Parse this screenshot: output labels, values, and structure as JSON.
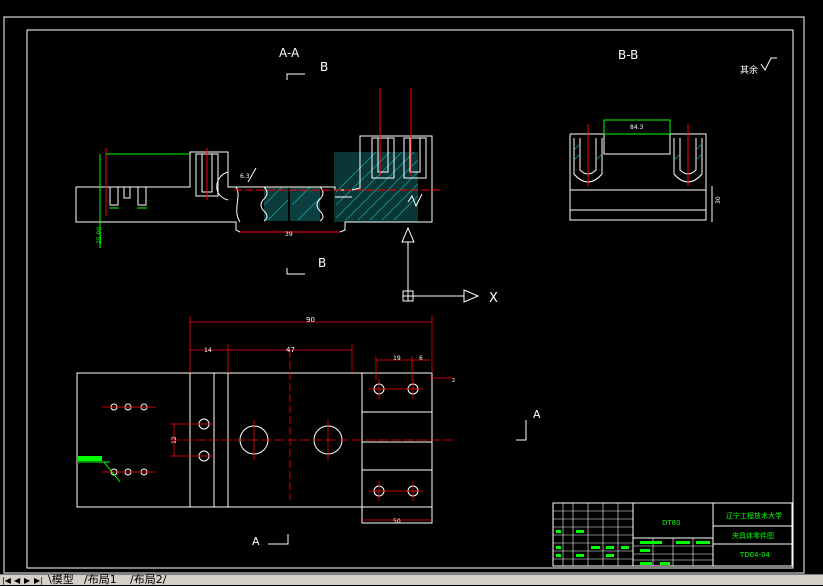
{
  "views": {
    "section_aa": {
      "title": "A-A",
      "cut_top_letter": "B",
      "cut_bottom_letter": "B"
    },
    "section_bb": {
      "title": "B-B",
      "surface_note": "其余"
    },
    "plan_view": {
      "cut_letter_right": "A",
      "cut_letter_bottom": "A"
    }
  },
  "dimensions": {
    "aa_width_39": "39",
    "aa_thread": "6.3",
    "aa_left_height": "25.00",
    "bb_width": "84.3",
    "bb_height": "30",
    "plan_total": "90",
    "plan_14": "14",
    "plan_47": "47",
    "plan_19": "19",
    "plan_6": "6",
    "plan_right_small": "2",
    "plan_vertical": "12",
    "plan_bottom_50": "50"
  },
  "ucs": {
    "x_label": "X"
  },
  "title_block": {
    "part_code": "DT80",
    "school": "辽宁工程技术大学",
    "part_name": "夹具体零件图",
    "drawing_no": "TD04-04"
  },
  "colors": {
    "outline": "#ffffff",
    "dimension": "#ff0000",
    "hatch": "#00aaaa",
    "annotation": "#00ff00",
    "background": "#000000"
  },
  "tabs": [
    {
      "label": "模型"
    },
    {
      "label": "布局1"
    },
    {
      "label": "布局2"
    }
  ]
}
